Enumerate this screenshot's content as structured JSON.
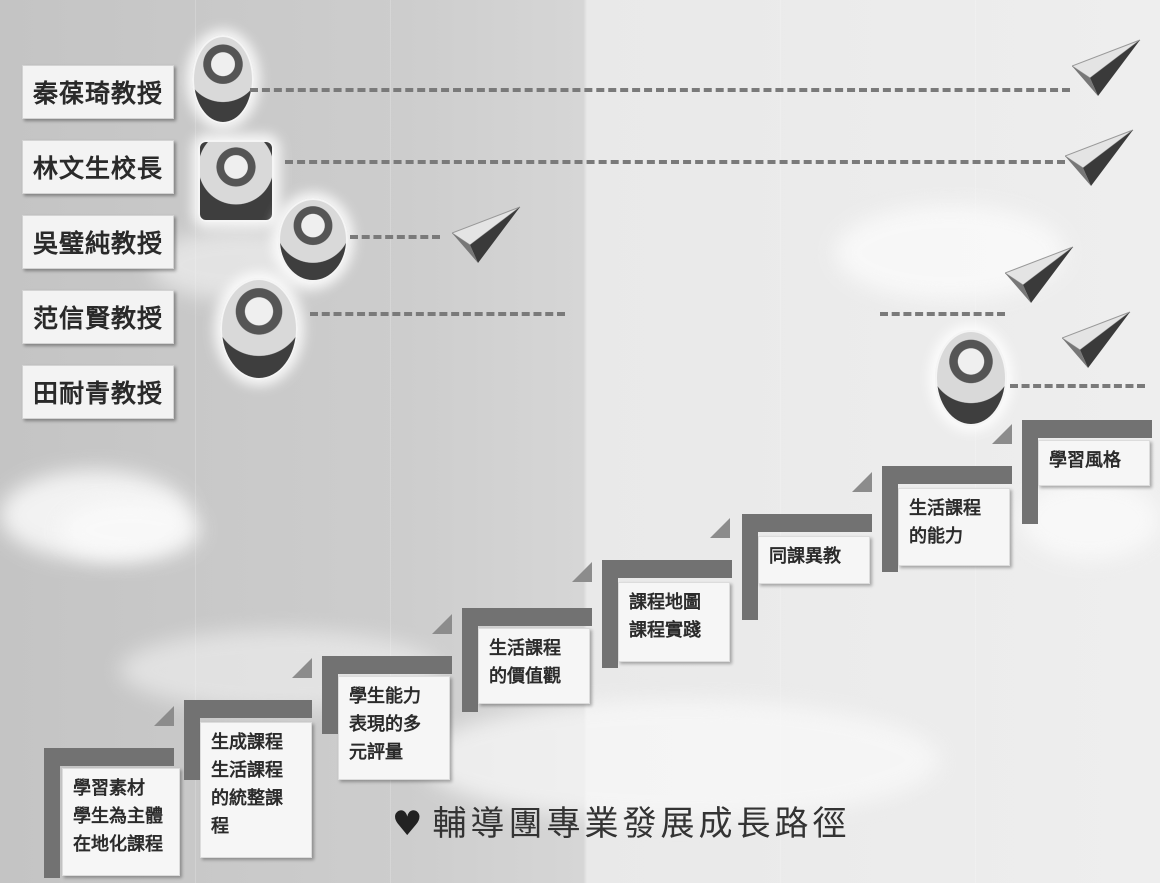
{
  "title": "輔導團專業發展成長路徑",
  "title_icon": "heart-icon",
  "people": [
    {
      "name": "秦葆琦教授"
    },
    {
      "name": "林文生校長"
    },
    {
      "name": "吳璧純教授"
    },
    {
      "name": "范信賢教授"
    },
    {
      "name": "田耐青教授"
    }
  ],
  "steps": [
    {
      "lines": [
        "學習素材",
        "學生為主體",
        "在地化課程"
      ]
    },
    {
      "lines": [
        "生成課程",
        "生活課程",
        "的統整課",
        "程"
      ]
    },
    {
      "lines": [
        "學生能力",
        "表現的多",
        "元評量"
      ]
    },
    {
      "lines": [
        "生活課程",
        "的價值觀"
      ]
    },
    {
      "lines": [
        "課程地圖",
        "課程實踐"
      ]
    },
    {
      "lines": [
        "同課異教"
      ]
    },
    {
      "lines": [
        "生活課程",
        "的能力"
      ]
    },
    {
      "lines": [
        "學習風格"
      ]
    }
  ],
  "colors": {
    "dash": "#7a7a7a",
    "step_bar": "#727272",
    "box": "#f6f6f6"
  }
}
